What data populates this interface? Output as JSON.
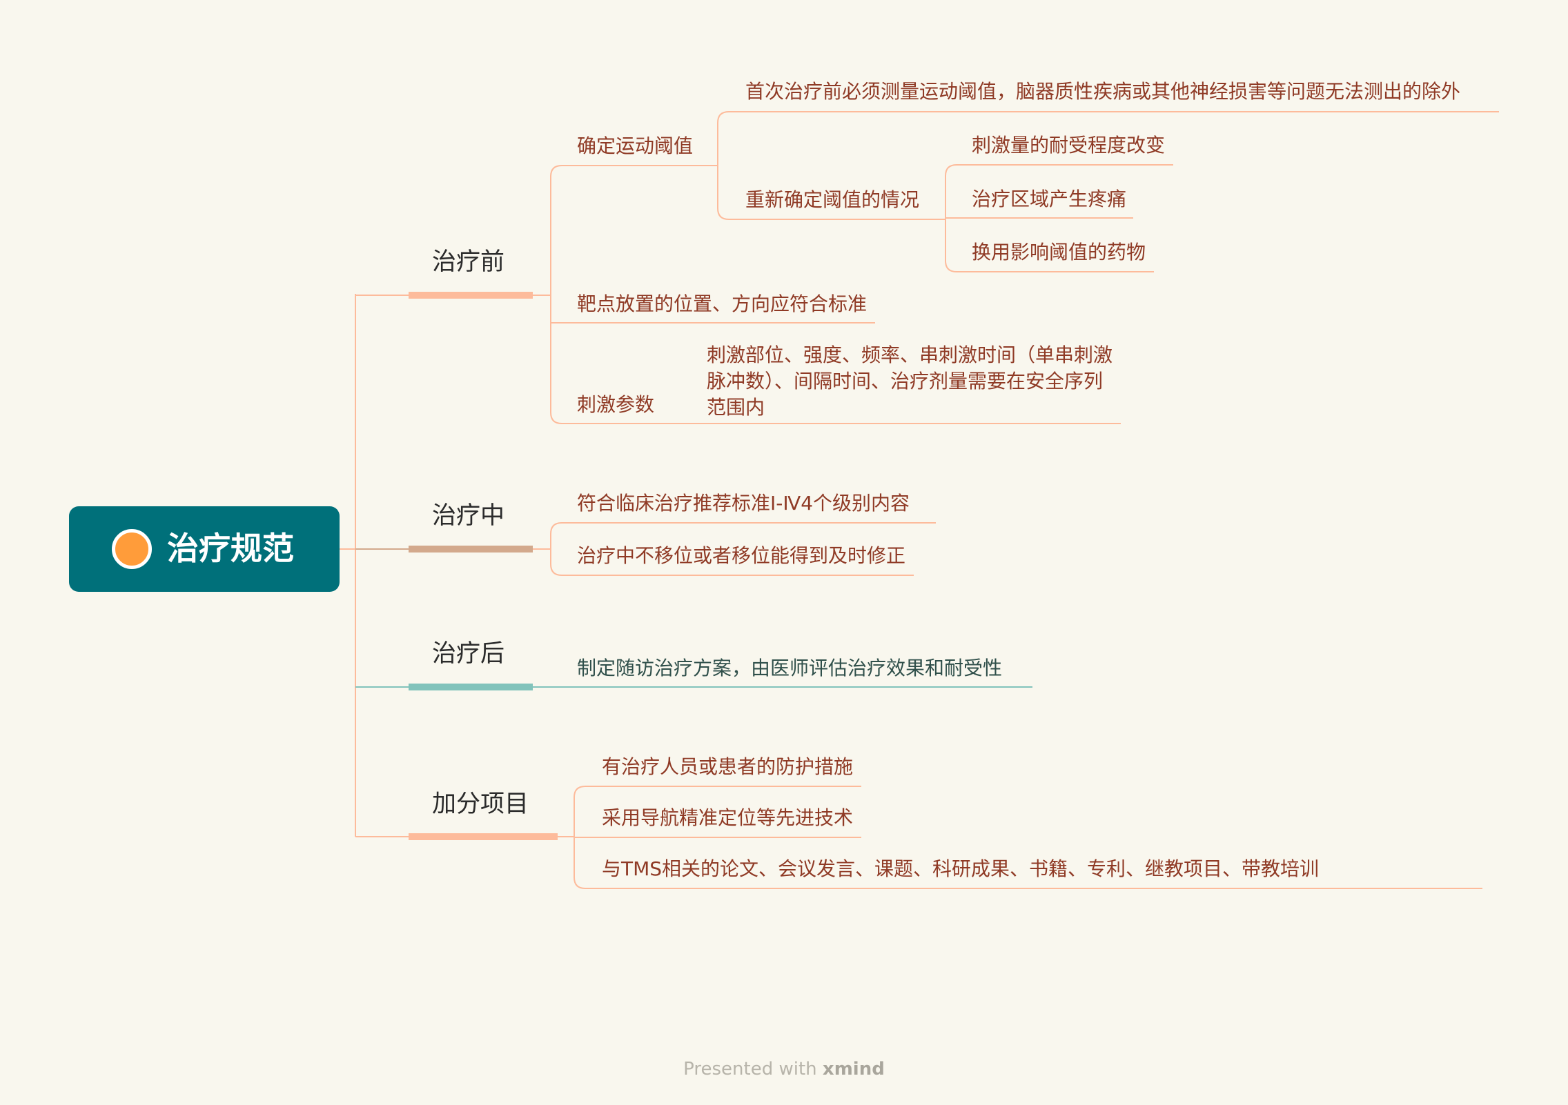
{
  "root": {
    "title": "治疗规范",
    "dot_color": "#ff9c3a",
    "bg_color": "#00707a"
  },
  "branches": {
    "before": {
      "label": "治疗前",
      "color": "#fdbb9b",
      "determine_threshold": {
        "label": "确定运动阈值",
        "first_measure": "首次治疗前必须测量运动阈值，脑器质性疾病或其他神经损害等问题无法测出的除外",
        "redetermine": {
          "label": "重新确定阈值的情况",
          "items": [
            "刺激量的耐受程度改变",
            "治疗区域产生疼痛",
            "换用影响阈值的药物"
          ]
        }
      },
      "target_placement": "靶点放置的位置、方向应符合标准",
      "stim_params": {
        "label": "刺激参数",
        "detail": "刺激部位、强度、频率、串刺激时间（单串刺激脉冲数）、间隔时间、治疗剂量需要在安全序列范围内"
      }
    },
    "during": {
      "label": "治疗中",
      "color": "#d3a98c",
      "items": [
        "符合临床治疗推荐标准Ⅰ-Ⅳ4个级别内容",
        "治疗中不移位或者移位能得到及时修正"
      ]
    },
    "after": {
      "label": "治疗后",
      "color": "#82c3bb",
      "item": "制定随访治疗方案，由医师评估治疗效果和耐受性"
    },
    "bonus": {
      "label": "加分项目",
      "color": "#fdbb9b",
      "items": [
        "有治疗人员或患者的防护措施",
        "采用导航精准定位等先进技术",
        "与TMS相关的论文、会议发言、课题、科研成果、书籍、专利、继教项目、带教培训"
      ]
    }
  },
  "footer": {
    "prefix": "Presented with ",
    "brand": "xmind"
  }
}
